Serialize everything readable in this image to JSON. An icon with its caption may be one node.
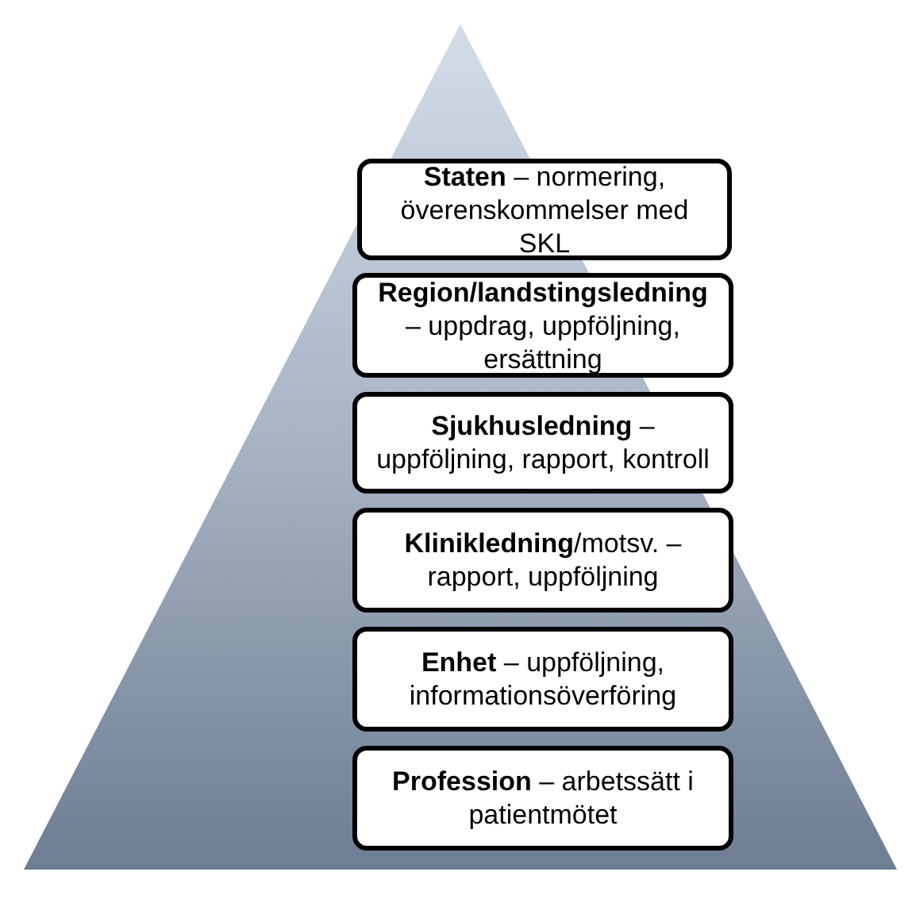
{
  "diagram": {
    "nodes": [
      {
        "text": [
          "**Staten** – normering, överenskommelser med SKL"
        ]
      },
      {
        "text": [
          "**Region/landstingsledning** – uppdrag, uppföljning, ersättning"
        ]
      },
      {
        "text": [
          "**Sjukhusledning** – uppföljning, rapport, kontroll"
        ]
      },
      {
        "text": [
          "**Klinikledning**/motsv. – rapport, uppföljning"
        ]
      },
      {
        "text": [
          "**Enhet** – uppföljning, informationsöverföring"
        ]
      },
      {
        "text": [
          "**Profession** – arbetssätt i patientmötet"
        ]
      }
    ]
  }
}
